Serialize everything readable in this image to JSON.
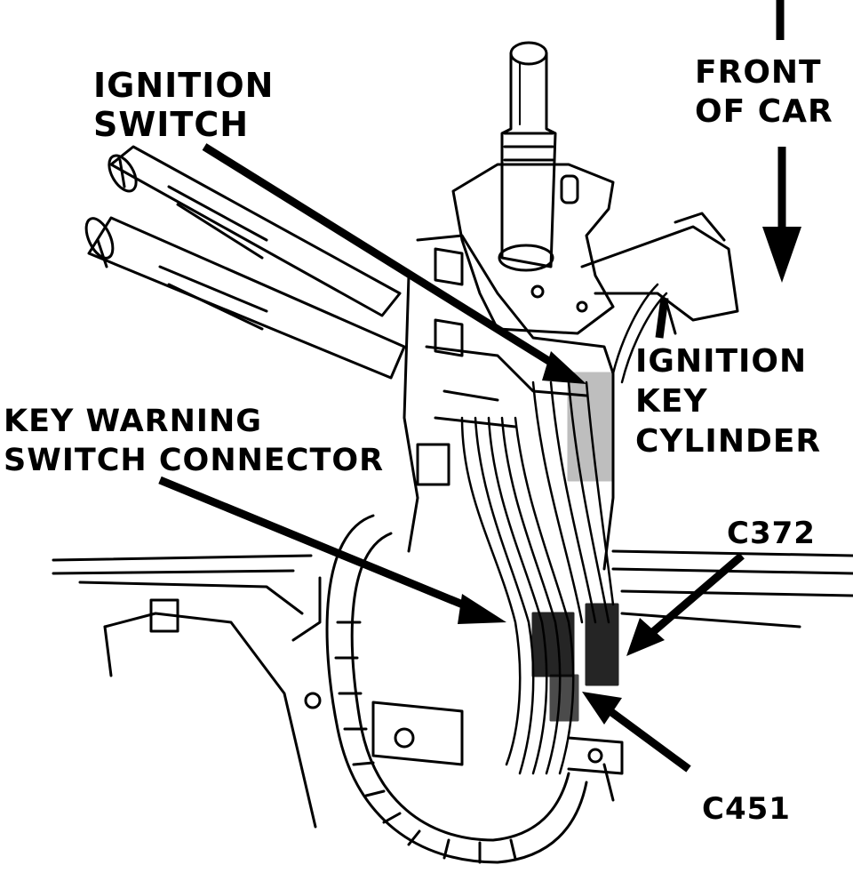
{
  "labels": {
    "ignition_switch": {
      "line1": "IGNITION",
      "line2": "SWITCH"
    },
    "front_of_car": {
      "line1": "FRONT",
      "line2": "OF CAR"
    },
    "ignition_key_cylinder": {
      "line1": "IGNITION",
      "line2": "KEY",
      "line3": "CYLINDER"
    },
    "key_warning_switch_connector": {
      "line1": "KEY WARNING",
      "line2": "SWITCH CONNECTOR"
    },
    "c372": "C372",
    "c451": "C451"
  },
  "colors": {
    "ink": "#000000",
    "paper": "#ffffff"
  }
}
